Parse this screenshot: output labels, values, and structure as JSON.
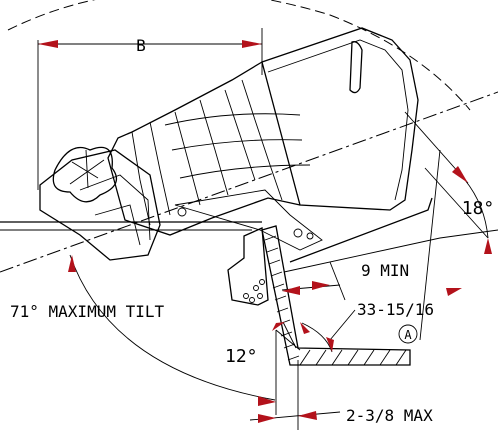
{
  "diagram": {
    "labels": {
      "dim_b": "B",
      "angle_tilt": "71° MAXIMUM TILT",
      "angle_18": "18°",
      "dim_9min": "9 MIN",
      "dim_33": "33-15/16",
      "ref_a": "A",
      "angle_12": "12°",
      "dim_238": "2-3/8 MAX"
    },
    "colors": {
      "line": "#000000",
      "arrow": "#b3121b",
      "background": "#ffffff"
    }
  }
}
